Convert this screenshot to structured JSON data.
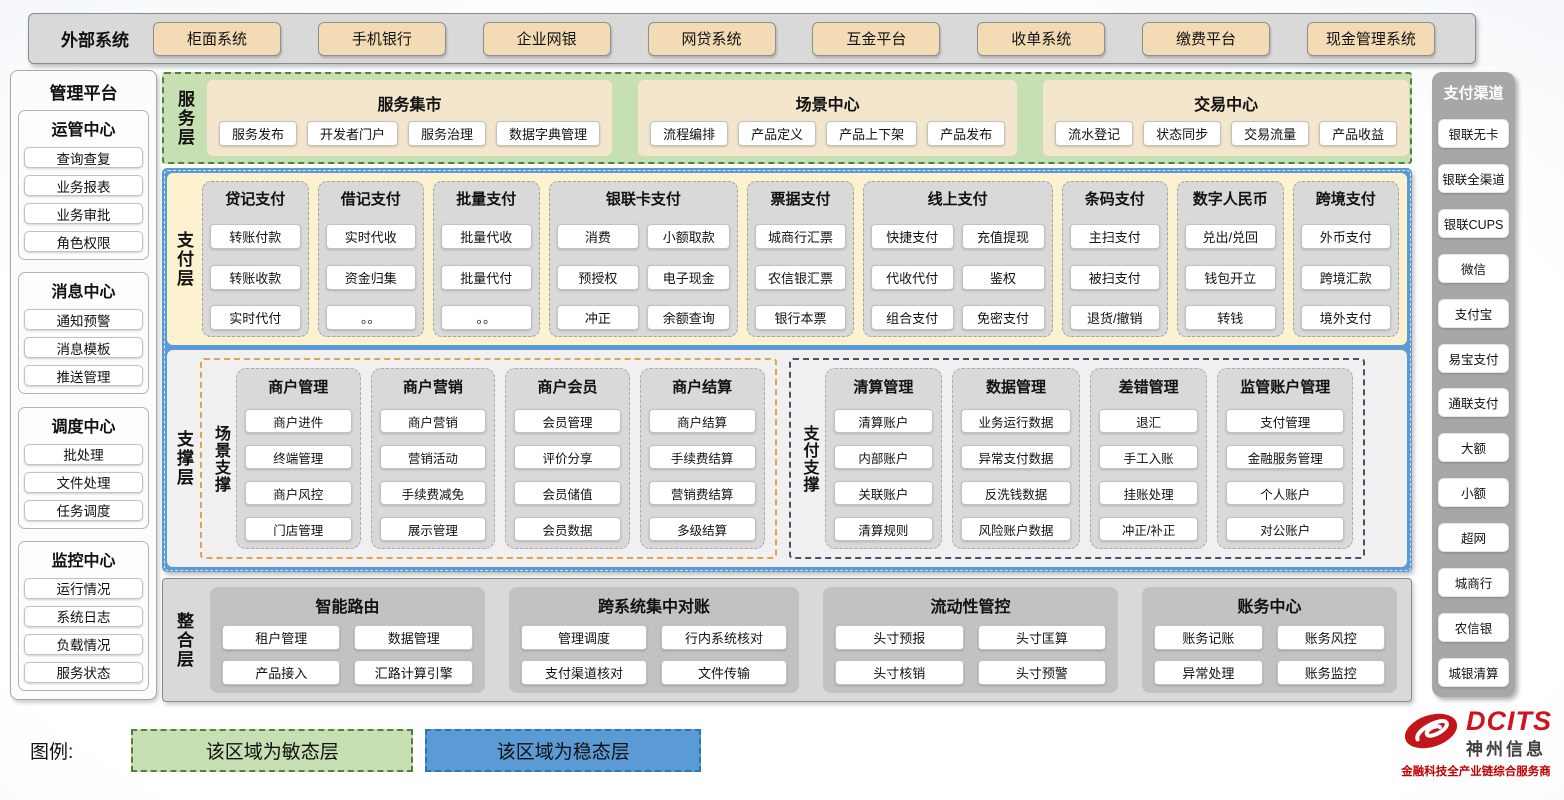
{
  "external_systems": {
    "title": "外部系统",
    "items": [
      "柜面系统",
      "手机银行",
      "企业网银",
      "网贷系统",
      "互金平台",
      "收单系统",
      "缴费平台",
      "现金管理系统"
    ]
  },
  "management_platform": {
    "title": "管理平台",
    "groups": [
      {
        "title": "运管中心",
        "items": [
          "查询查复",
          "业务报表",
          "业务审批",
          "角色权限"
        ]
      },
      {
        "title": "消息中心",
        "items": [
          "通知预警",
          "消息模板",
          "推送管理"
        ]
      },
      {
        "title": "调度中心",
        "items": [
          "批处理",
          "文件处理",
          "任务调度"
        ]
      },
      {
        "title": "监控中心",
        "items": [
          "运行情况",
          "系统日志",
          "负载情况",
          "服务状态"
        ]
      }
    ]
  },
  "service_layer": {
    "label": "服务层",
    "groups": [
      {
        "title": "服务集市",
        "items": [
          "服务发布",
          "开发者门户",
          "服务治理",
          "数据字典管理"
        ]
      },
      {
        "title": "场景中心",
        "items": [
          "流程编排",
          "产品定义",
          "产品上下架",
          "产品发布"
        ]
      },
      {
        "title": "交易中心",
        "items": [
          "流水登记",
          "状态同步",
          "交易流量",
          "产品收益"
        ]
      }
    ]
  },
  "payment_layer": {
    "label": "支付层",
    "columns": [
      {
        "title": "贷记支付",
        "wide": false,
        "rows": [
          [
            "转账付款"
          ],
          [
            "转账收款"
          ],
          [
            "实时代付"
          ]
        ]
      },
      {
        "title": "借记支付",
        "wide": false,
        "rows": [
          [
            "实时代收"
          ],
          [
            "资金归集"
          ],
          [
            "。。"
          ]
        ]
      },
      {
        "title": "批量支付",
        "wide": false,
        "rows": [
          [
            "批量代收"
          ],
          [
            "批量代付"
          ],
          [
            "。。"
          ]
        ]
      },
      {
        "title": "银联卡支付",
        "wide": true,
        "rows": [
          [
            "消费",
            "小额取款"
          ],
          [
            "预授权",
            "电子现金"
          ],
          [
            "冲正",
            "余额查询"
          ]
        ]
      },
      {
        "title": "票据支付",
        "wide": false,
        "rows": [
          [
            "城商行汇票"
          ],
          [
            "农信银汇票"
          ],
          [
            "银行本票"
          ]
        ]
      },
      {
        "title": "线上支付",
        "wide": true,
        "rows": [
          [
            "快捷支付",
            "充值提现"
          ],
          [
            "代收代付",
            "鉴权"
          ],
          [
            "组合支付",
            "免密支付"
          ]
        ]
      },
      {
        "title": "条码支付",
        "wide": false,
        "rows": [
          [
            "主扫支付"
          ],
          [
            "被扫支付"
          ],
          [
            "退货/撤销"
          ]
        ]
      },
      {
        "title": "数字人民币",
        "wide": false,
        "rows": [
          [
            "兑出/兑回"
          ],
          [
            "钱包开立"
          ],
          [
            "转钱"
          ]
        ]
      },
      {
        "title": "跨境支付",
        "wide": false,
        "rows": [
          [
            "外币支付"
          ],
          [
            "跨境汇款"
          ],
          [
            "境外支付"
          ]
        ]
      }
    ]
  },
  "support_layer": {
    "label": "支撑层",
    "sections": [
      {
        "label": "场景支撑",
        "accent": "orange",
        "columns": [
          {
            "title": "商户管理",
            "items": [
              "商户进件",
              "终端管理",
              "商户风控",
              "门店管理"
            ]
          },
          {
            "title": "商户营销",
            "items": [
              "商户营销",
              "营销活动",
              "手续费减免",
              "展示管理"
            ]
          },
          {
            "title": "商户会员",
            "items": [
              "会员管理",
              "评价分享",
              "会员储值",
              "会员数据"
            ]
          },
          {
            "title": "商户结算",
            "items": [
              "商户结算",
              "手续费结算",
              "营销费结算",
              "多级结算"
            ]
          }
        ]
      },
      {
        "label": "支付支撑",
        "accent": "dark",
        "columns": [
          {
            "title": "清算管理",
            "items": [
              "清算账户",
              "内部账户",
              "关联账户",
              "清算规则"
            ]
          },
          {
            "title": "数据管理",
            "items": [
              "业务运行数据",
              "异常支付数据",
              "反洗钱数据",
              "风险账户数据"
            ]
          },
          {
            "title": "差错管理",
            "items": [
              "退汇",
              "手工入账",
              "挂账处理",
              "冲正/补正"
            ]
          },
          {
            "title": "监管账户管理",
            "items": [
              "支付管理",
              "金融服务管理",
              "个人账户",
              "对公账户"
            ]
          }
        ]
      }
    ]
  },
  "integration_layer": {
    "label": "整合层",
    "groups": [
      {
        "title": "智能路由",
        "items": [
          "租户管理",
          "数据管理",
          "产品接入",
          "汇路计算引擎"
        ]
      },
      {
        "title": "跨系统集中对账",
        "items": [
          "管理调度",
          "行内系统核对",
          "支付渠道核对",
          "文件传输"
        ]
      },
      {
        "title": "流动性管控",
        "items": [
          "头寸预报",
          "头寸匡算",
          "头寸核销",
          "头寸预警"
        ]
      },
      {
        "title": "账务中心",
        "items": [
          "账务记账",
          "账务风控",
          "异常处理",
          "账务监控"
        ]
      }
    ]
  },
  "payment_channels": {
    "title": "支付渠道",
    "items": [
      "银联无卡",
      "银联全渠道",
      "银联CUPS",
      "微信",
      "支付宝",
      "易宝支付",
      "通联支付",
      "大额",
      "小额",
      "超网",
      "城商行",
      "农信银",
      "城银清算"
    ]
  },
  "legend": {
    "label": "图例:",
    "items": [
      {
        "text": "该区域为敏态层",
        "style": "agile"
      },
      {
        "text": "该区域为稳态层",
        "style": "stable"
      }
    ]
  },
  "logo": {
    "brand": "DCITS",
    "company": "神州信息",
    "tagline": "金融科技全产业链综合服务商"
  },
  "colors": {
    "agile_green": "#c6e0b4",
    "green_border": "#538135",
    "stable_blue": "#5b9bd5",
    "band_yellow": "#fcf2cf",
    "panel_gray": "#d9d9d9",
    "node_tan": "#f3dcb5",
    "brand_red": "#c3161c"
  }
}
